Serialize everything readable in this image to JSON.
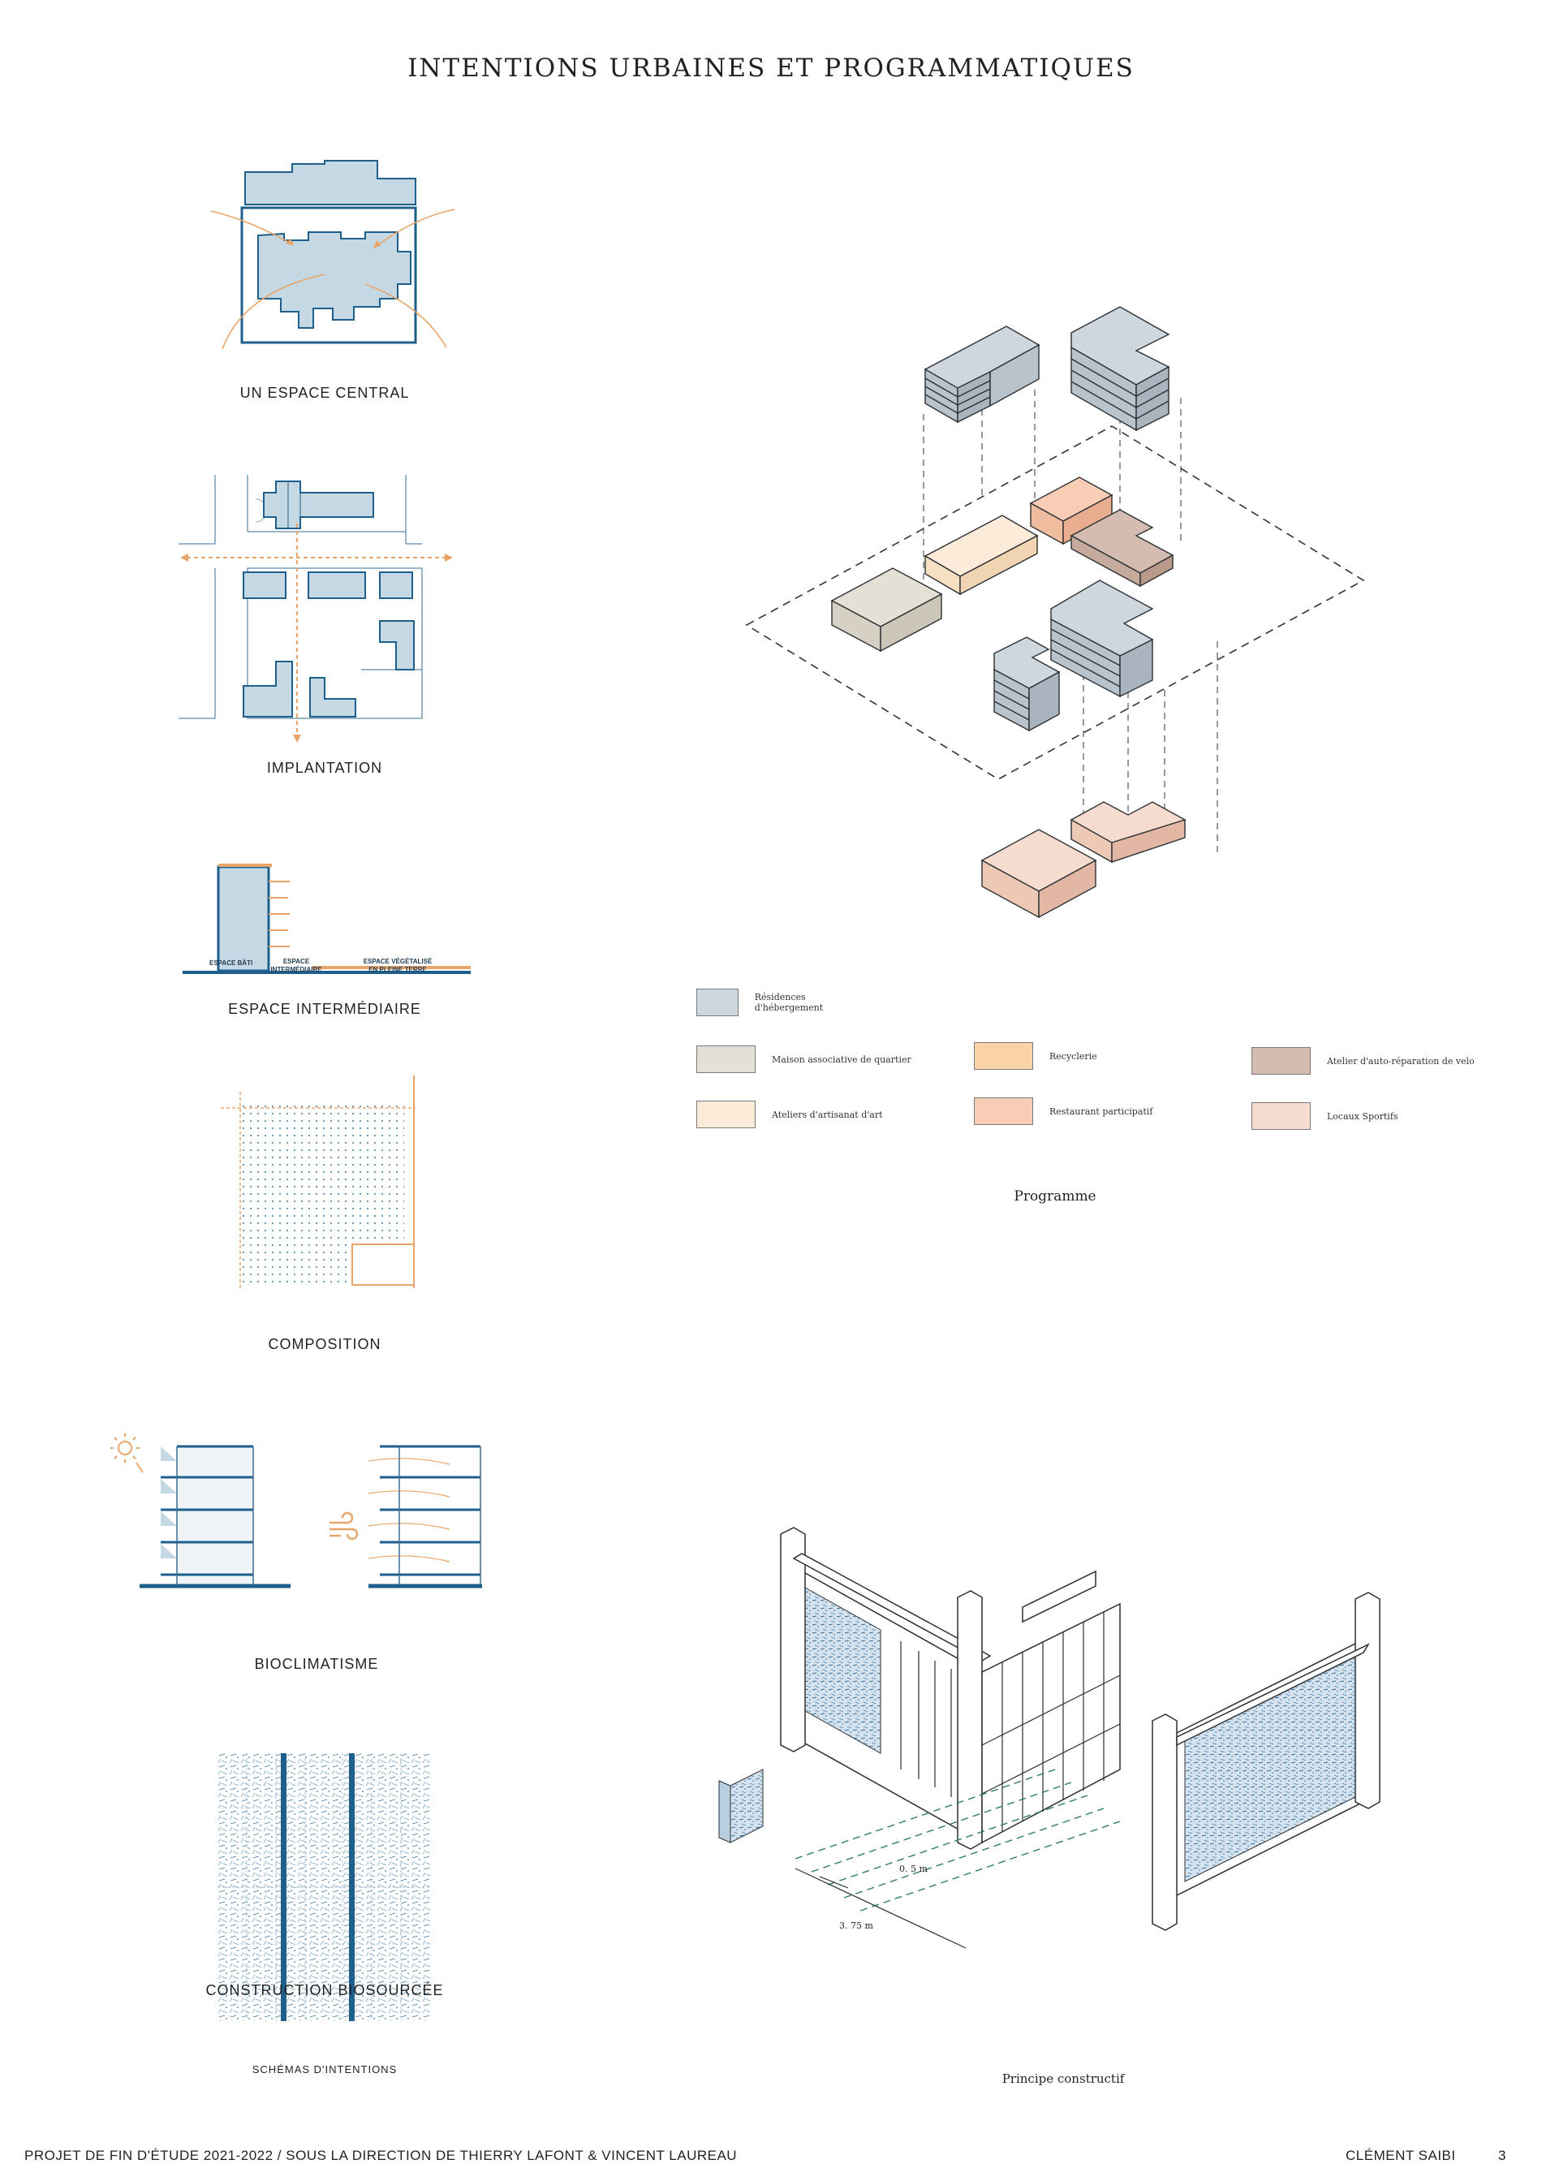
{
  "title": "INTENTIONS URBAINES ET PROGRAMMATIQUES",
  "schemas": {
    "central": "UN ESPACE CENTRAL",
    "implantation": "IMPLANTATION",
    "intermediaire": "ESPACE INTERMÉDIAIRE",
    "intermediaire_labels": {
      "bati": "ESPACE BÂTI",
      "inter_1": "ESPACE",
      "inter_2": "INTERMÉDIAIRE",
      "veg_1": "ESPACE VÉGÉTALISÉ",
      "veg_2": "EN PLEINE TERRE"
    },
    "composition": "COMPOSITION",
    "bioclimatisme": "BIOCLIMATISME",
    "biosourcee": "CONSTRUCTION BIOSOURCÉE",
    "group_caption": "SCHÉMAS D'INTENTIONS"
  },
  "programme": {
    "caption": "Programme",
    "legend": [
      {
        "label": "Résidences d'hébergement",
        "color": "#cfd7de"
      },
      {
        "label": "Maison associative de quartier",
        "color": "#e4e0d6"
      },
      {
        "label": "Recyclerie",
        "color": "#f9d2a8"
      },
      {
        "label": "Atelier d'auto-réparation de velo",
        "color": "#d4bdb0"
      },
      {
        "label": "Ateliers d'artisanat d'art",
        "color": "#fcebd8"
      },
      {
        "label": "Restaurant participatif",
        "color": "#f7cdb6"
      },
      {
        "label": "Locaux Sportifs",
        "color": "#f5dccf"
      }
    ]
  },
  "constructif": {
    "caption": "Principe constructif",
    "dim_small": "0. 5 m",
    "dim_large": "3. 75 m"
  },
  "colors": {
    "blue_dark": "#1e5f8c",
    "blue_fill": "#c5d9e5",
    "orange": "#e8a56a"
  },
  "footer": {
    "left": "PROJET DE FIN D'ÉTUDE 2021-2022 / SOUS LA DIRECTION DE THIERRY LAFONT & VINCENT LAUREAU",
    "author": "CLÉMENT SAIBI",
    "page": "3"
  }
}
